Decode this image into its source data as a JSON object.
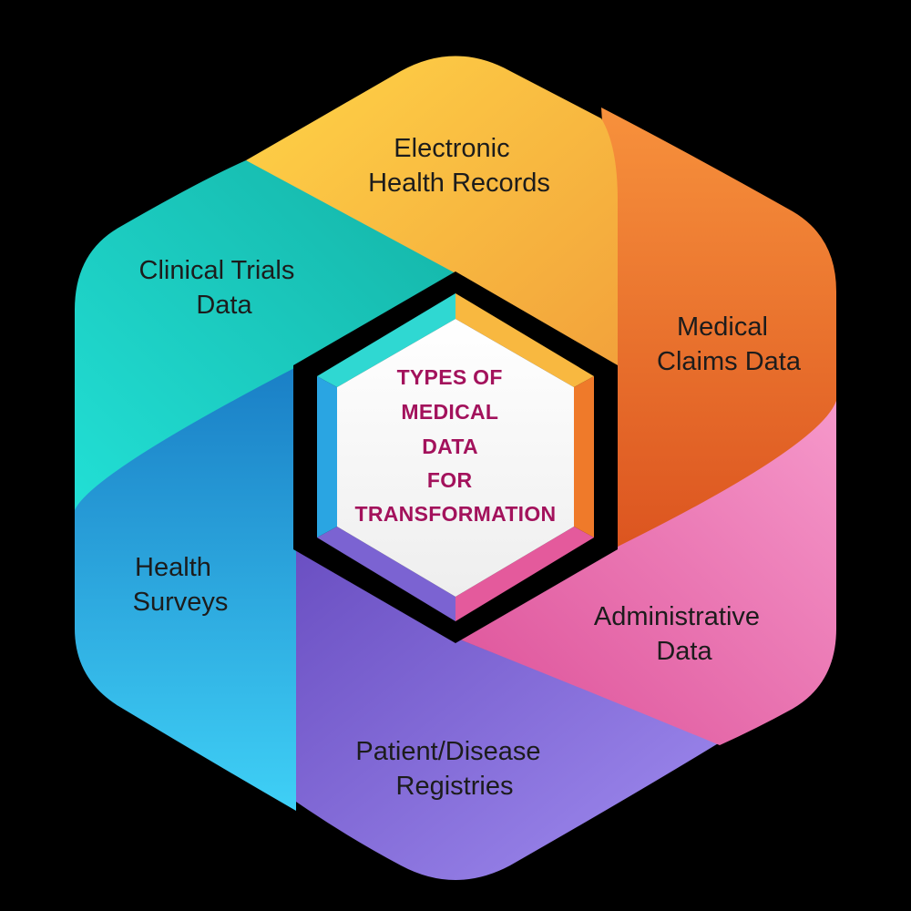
{
  "diagram": {
    "center": {
      "lines": [
        "TYPES OF",
        "MEDICAL",
        "DATA",
        "FOR",
        "TRANSFORMATION"
      ],
      "text_color": "#a3125c"
    },
    "segments": [
      {
        "id": "ehr",
        "lines": [
          "Electronic",
          "Health Records"
        ],
        "color_light": "#ffcf3f",
        "color_dark": "#f3a33c"
      },
      {
        "id": "claims",
        "lines": [
          "Medical",
          "Claims Data"
        ],
        "color_light": "#f58a3a",
        "color_dark": "#e05a24"
      },
      {
        "id": "admin",
        "lines": [
          "Administrative",
          "Data"
        ],
        "color_light": "#f38dc4",
        "color_dark": "#e0559c"
      },
      {
        "id": "registries",
        "lines": [
          "Patient/Disease",
          "Registries"
        ],
        "color_light": "#9c86ec",
        "color_dark": "#6a4fc0"
      },
      {
        "id": "surveys",
        "lines": [
          "Health",
          "Surveys"
        ],
        "color_light": "#35c6ee",
        "color_dark": "#1683c8"
      },
      {
        "id": "trials",
        "lines": [
          "Clinical Trials",
          "Data"
        ],
        "color_light": "#1fd8cc",
        "color_dark": "#0fa79e"
      }
    ]
  }
}
